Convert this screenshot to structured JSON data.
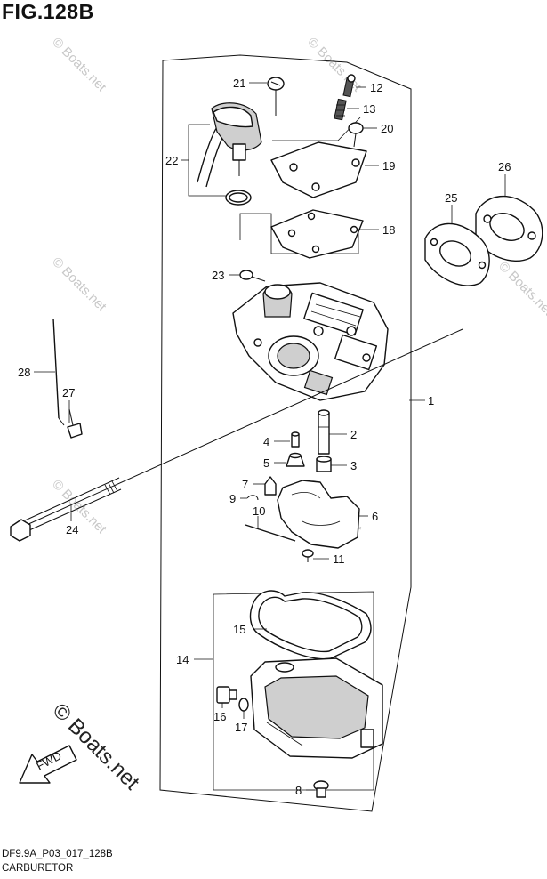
{
  "figure": {
    "title": "FIG.128B",
    "code": "DF9.9A_P03_017_128B",
    "name": "CARBURETOR"
  },
  "watermark": {
    "small": "© Boats.net",
    "large": "© Boats.net",
    "fwd": "FWD"
  },
  "callouts": [
    "21",
    "12",
    "13",
    "20",
    "22",
    "19",
    "26",
    "25",
    "18",
    "23",
    "28",
    "27",
    "1",
    "2",
    "4",
    "5",
    "3",
    "7",
    "9",
    "10",
    "6",
    "24",
    "11",
    "15",
    "14",
    "16",
    "17",
    "8"
  ]
}
